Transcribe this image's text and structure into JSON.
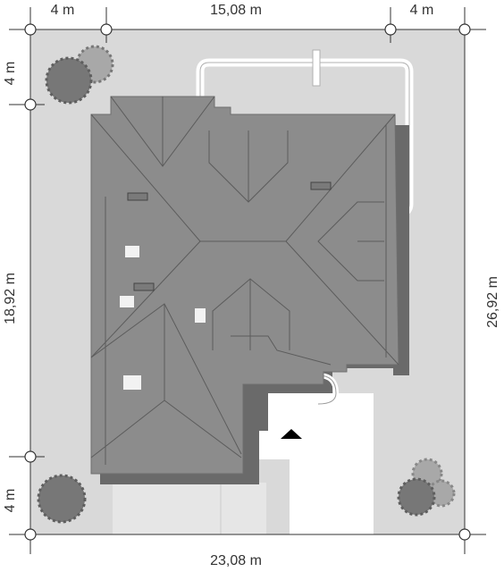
{
  "dimensions": {
    "top_left": "4 m",
    "top_middle": "15,08 m",
    "top_right": "4 m",
    "left_top": "4 m",
    "left_middle": "18,92 m",
    "left_bottom": "4 m",
    "right": "26,92 m",
    "bottom": "23,08 m"
  },
  "colors": {
    "plot": "#d9d9d9",
    "roof": "#8c8c8c",
    "roof_shadow": "#6a6a6a",
    "driveway": "#ffffff",
    "tree": "#777777",
    "tree_light": "#a8a8a8"
  },
  "icons": [
    "entrance-arrow-icon",
    "tree-icon"
  ]
}
